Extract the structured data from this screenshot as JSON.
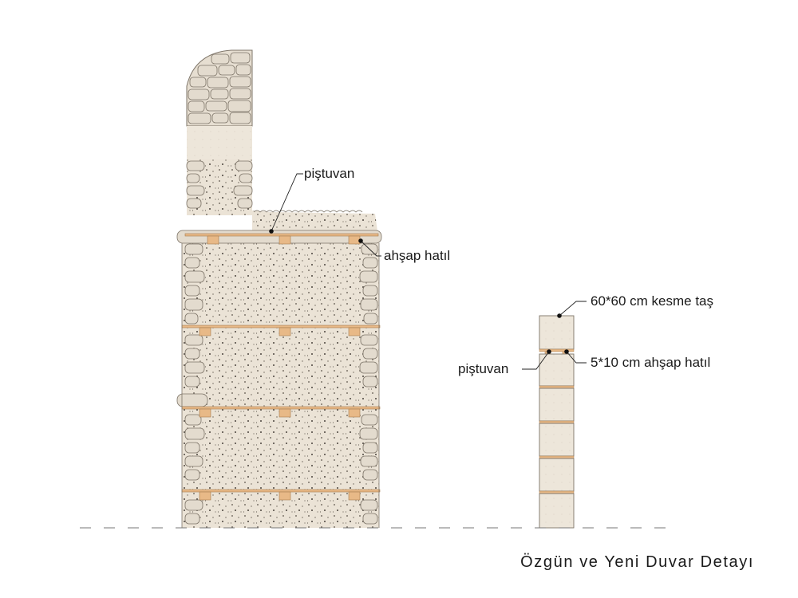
{
  "labels": {
    "pistuvan_top": "piştuvan",
    "ahsap_hatil": "ahşap hatıl",
    "kesme_tas": "60*60 cm kesme taş",
    "pistuvan_right": "piştuvan",
    "ahsap_hatil_5x10": "5*10 cm ahşap hatıl"
  },
  "title": "Özgün ve Yeni Duvar Detayı",
  "colors": {
    "stone_fill": "#e9e1d4",
    "stone_edge": "#7d7468",
    "timber": "#e8b987",
    "timber_edge": "#a67c4e",
    "ground_line": "#777777",
    "leader": "#222222"
  }
}
